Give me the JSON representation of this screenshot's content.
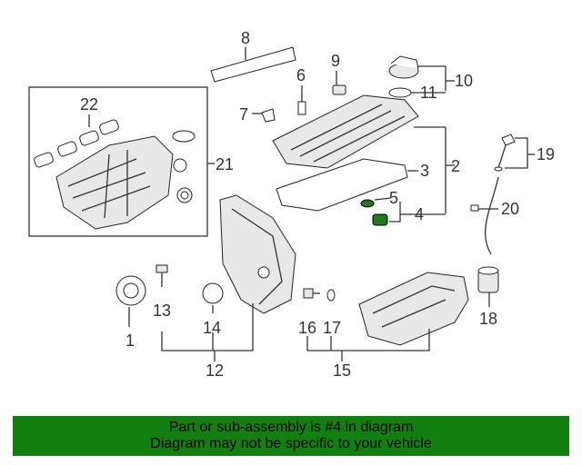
{
  "callouts": [
    "1",
    "2",
    "3",
    "4",
    "5",
    "6",
    "7",
    "8",
    "9",
    "10",
    "11",
    "12",
    "13",
    "14",
    "15",
    "16",
    "17",
    "18",
    "19",
    "20",
    "21",
    "22"
  ],
  "highlighted_part": "4",
  "colors": {
    "banner": "#118011",
    "highlight": "#1f7a1f",
    "line": "#333333"
  },
  "banner": {
    "line1": "Part or sub-assembly is #4 in diagram",
    "line2": "Diagram may not be specific to your vehicle"
  }
}
